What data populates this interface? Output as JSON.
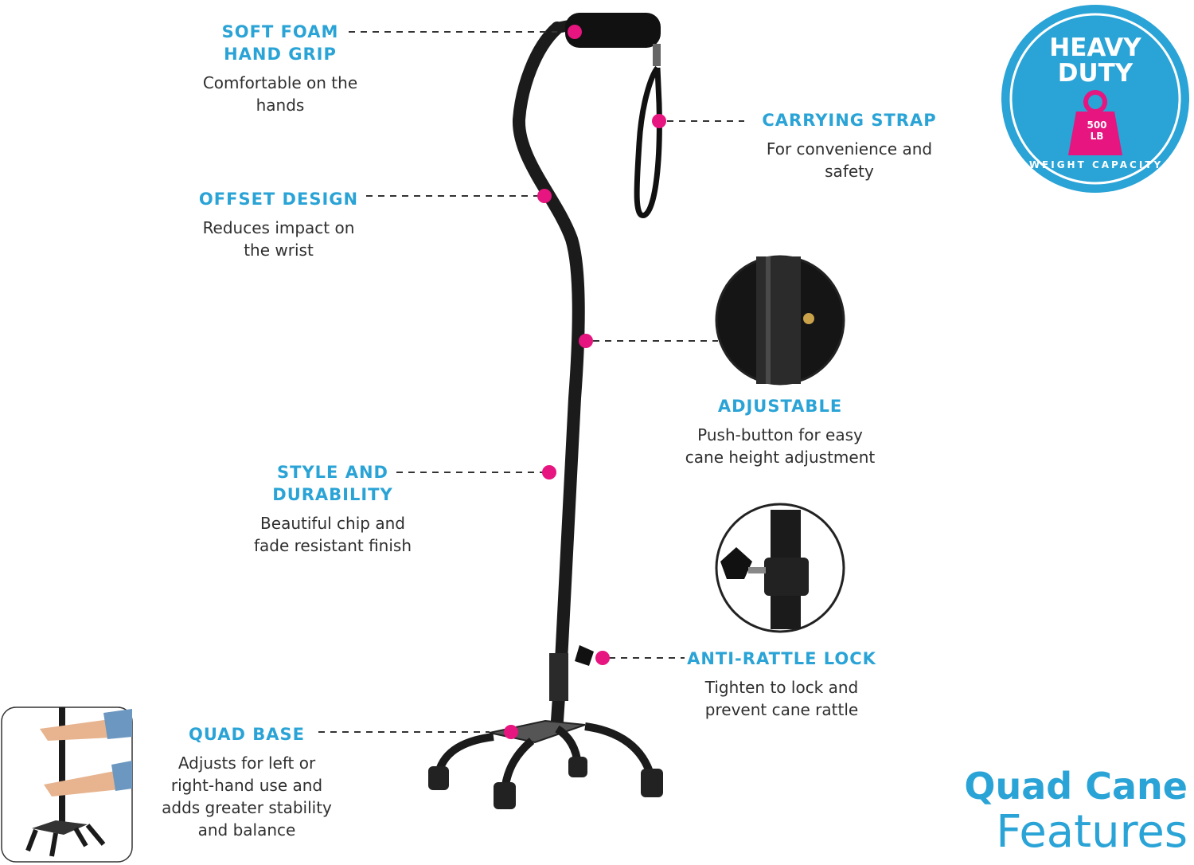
{
  "features": [
    {
      "id": "soft-foam-hand-grip",
      "title": "SOFT FOAM\nHAND GRIP",
      "desc": "Comfortable on the\nhands"
    },
    {
      "id": "offset-design",
      "title": "OFFSET DESIGN",
      "desc": "Reduces impact on\nthe wrist"
    },
    {
      "id": "style-and-durability",
      "title": "STYLE AND\nDURABILITY",
      "desc": "Beautiful chip and\nfade resistant finish"
    },
    {
      "id": "quad-base",
      "title": "QUAD BASE",
      "desc": "Adjusts for left or\nright-hand use and\nadds greater stability\nand balance"
    },
    {
      "id": "carrying-strap",
      "title": "CARRYING STRAP",
      "desc": "For convenience and\nsafety"
    },
    {
      "id": "adjustable",
      "title": "ADJUSTABLE",
      "desc": "Push-button for easy\ncane height adjustment"
    },
    {
      "id": "anti-rattle-lock",
      "title": "ANTI-RATTLE LOCK",
      "desc": "Tighten to lock and\nprevent cane rattle"
    }
  ],
  "badge": {
    "line1": "HEAVY\nDUTY",
    "weight": "500\nLB",
    "capacity": "WEIGHT CAPACITY"
  },
  "title": {
    "line1": "Quad Cane",
    "line2": "Features"
  },
  "colors": {
    "accent": "#2aa3d6",
    "dot": "#e6157f",
    "cane": "#1b1b1b"
  }
}
